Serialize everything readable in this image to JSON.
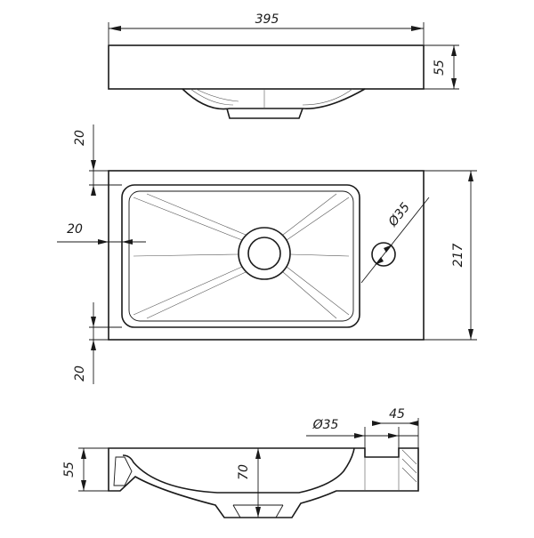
{
  "dimensions": {
    "width_top": "395",
    "height_top_view": "55",
    "margin_top": "20",
    "margin_left": "20",
    "margin_bottom": "20",
    "depth": "217",
    "tap_hole_plan": "Ø35",
    "height_section": "55",
    "bowl_depth": "70",
    "tap_hole_section": "Ø35",
    "tap_offset": "45"
  }
}
